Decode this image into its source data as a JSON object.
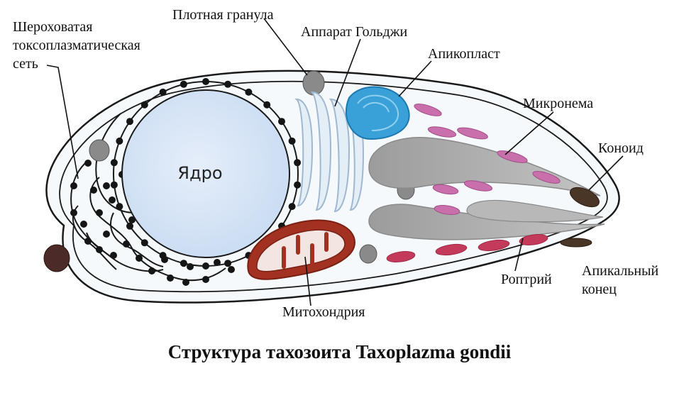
{
  "diagram": {
    "caption": "Структура тахозоита Taxoplazma gondii",
    "labels": {
      "rough_er_line1": "Шероховатая",
      "rough_er_line2": "токсоплазматическая",
      "rough_er_line3": "сеть",
      "dense_granule": "Плотная гранула",
      "golgi": "Аппарат Гольджи",
      "apicoplast": "Апикопласт",
      "micronema": "Микронема",
      "conoid": "Коноид",
      "apical_line1": "Апикальный",
      "apical_line2": "конец",
      "rhoptry": "Роптрий",
      "mitochondrion": "Митохондрия",
      "nucleus": "Ядро"
    },
    "colors": {
      "cell_fill": "#f4f9fb",
      "nucleus_fill": "#dbe8f7",
      "er_dots": "#151515",
      "apicoplast": "#2a92cf",
      "micronema": "#c66aa8",
      "rhoptry": "#9a9a9a",
      "mitochondrion": "#a23122",
      "granule": "#8a8a8a",
      "conoid": "#4a3626"
    }
  }
}
